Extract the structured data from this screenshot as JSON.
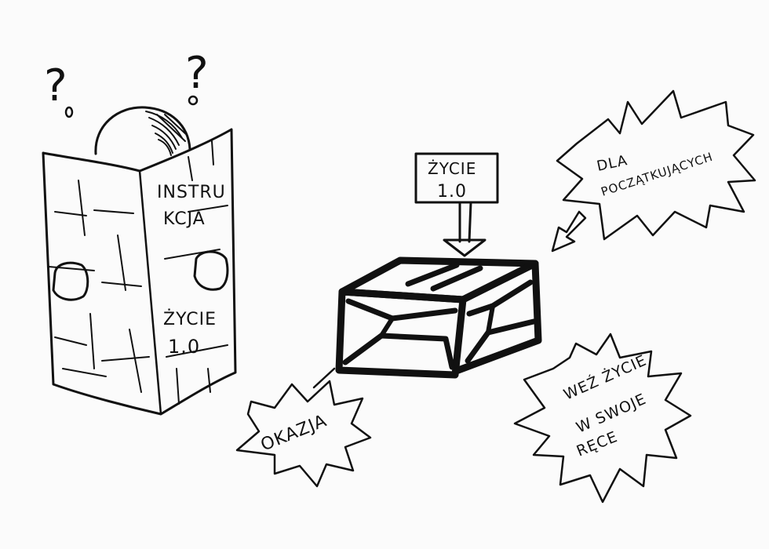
{
  "colors": {
    "background": "#fbfbfb",
    "ink": "#111111"
  },
  "person": {
    "question_marks": [
      "?",
      "?"
    ],
    "newspaper": {
      "page1_line1": "INSTRU",
      "page1_line2": "KCJA",
      "page2_line1": "ŻYCIE",
      "page2_line2": "1.0"
    }
  },
  "product_label": {
    "line1": "ŻYCIE",
    "line2": "1.0"
  },
  "bursts": {
    "beginners": {
      "line1": "DLA",
      "line2": "POCZĄTKUJĄCYCH"
    },
    "offer": {
      "text": "OKAZJA"
    },
    "take_life": {
      "line1": "WEŹ ŻYCIE",
      "line2": "W SWOJE",
      "line3": "RĘCE"
    }
  }
}
